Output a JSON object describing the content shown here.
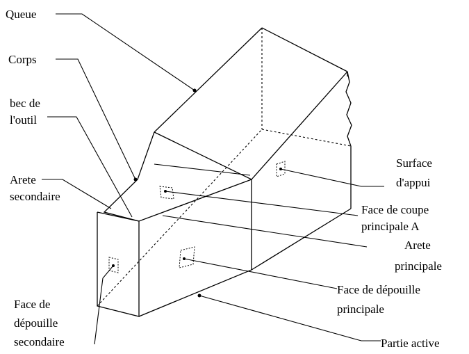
{
  "labels": {
    "queue": "Queue",
    "corps": "Corps",
    "bec_line1": "bec de",
    "bec_line2": "l'outil",
    "arete_sec_line1": "Arete",
    "arete_sec_line2": "secondaire",
    "surface_line1": "Surface",
    "surface_line2": "d'appui",
    "face_coupe_line1": "Face de coupe",
    "face_coupe_line2": "principale A",
    "arete_princ_line1": "Arete",
    "arete_princ_line2": "principale",
    "face_dep_princ_line1": "Face de dépouille",
    "face_dep_princ_line2": "principale",
    "face_dep_sec_line1": "Face de",
    "face_dep_sec_line2": "dépouille",
    "face_dep_sec_line3": "secondaire",
    "partie_active": "Partie active"
  }
}
